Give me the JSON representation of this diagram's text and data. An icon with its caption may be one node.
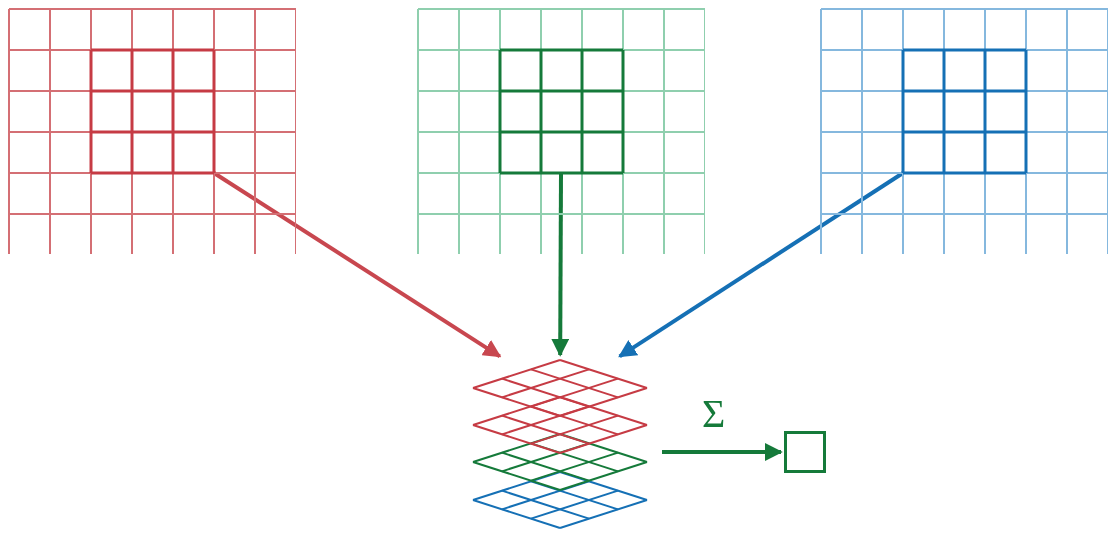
{
  "diagram": {
    "nodes": [
      {
        "text": [],
        "shape": "grid"
      },
      {
        "text": [],
        "shape": "grid"
      },
      {
        "text": [],
        "shape": "grid"
      },
      {
        "text": [],
        "shape": "grid"
      },
      {
        "text": [],
        "shape": "box"
      }
    ],
    "edges": [
      {
        "from": 0,
        "to": 3,
        "arrow": "to",
        "color": "#c8474f"
      },
      {
        "from": 1,
        "to": 3,
        "arrow": "to",
        "color": "#157a3a"
      },
      {
        "from": 2,
        "to": 3,
        "arrow": "to",
        "color": "#1570b5"
      },
      {
        "from": 3,
        "to": 4,
        "arrow": "to",
        "label": "Σ",
        "color": "#157a3a"
      }
    ]
  }
}
